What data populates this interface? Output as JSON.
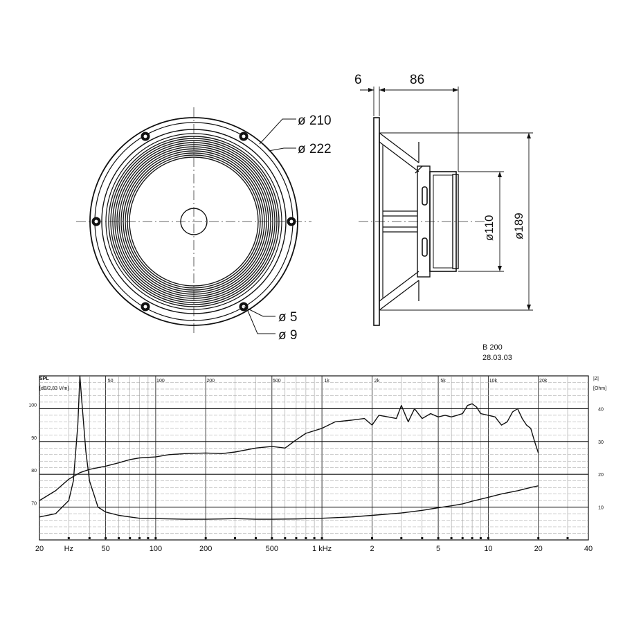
{
  "front_view": {
    "dims": [
      "ø 210",
      "ø 222",
      "ø 5",
      "ø 9"
    ]
  },
  "side_view": {
    "dims": [
      "6",
      "86",
      "ø110",
      "ø189"
    ]
  },
  "model": {
    "name": "B 200",
    "date": "28.03.03"
  },
  "chart_data": {
    "type": "line",
    "x_scale": "log",
    "xlim": [
      20,
      40000
    ],
    "ylim_left": [
      60,
      110
    ],
    "ylim_right": [
      0,
      50
    ],
    "y_left_label": [
      "SPL",
      "[dB/2,83 V/m]"
    ],
    "y_right_label": [
      "|Z|",
      "[Ohm]"
    ],
    "y_left_ticks": [
      70,
      80,
      90,
      100
    ],
    "y_right_ticks": [
      10,
      20,
      30,
      40
    ],
    "x_tick_labels_bottom": [
      "20",
      "Hz",
      "50",
      "100",
      "200",
      "500",
      "1 kHz",
      "2",
      "5",
      "10",
      "20",
      "40"
    ],
    "x_tick_values_bottom": [
      20,
      30,
      50,
      100,
      200,
      500,
      1000,
      2000,
      5000,
      10000,
      20000,
      40000
    ],
    "x_tick_labels_top": [
      "50",
      "100",
      "200",
      "500",
      "1k",
      "2k",
      "5k",
      "10k",
      "20k"
    ],
    "x_tick_values_top": [
      50,
      100,
      200,
      500,
      1000,
      2000,
      5000,
      10000,
      20000
    ],
    "series": [
      {
        "name": "",
        "axis": "left",
        "x": [
          20,
          25,
          30,
          35,
          40,
          50,
          60,
          70,
          80,
          100,
          120,
          150,
          200,
          250,
          300,
          400,
          500,
          600,
          700,
          800,
          1000,
          1200,
          1500,
          1800,
          2000,
          2200,
          2500,
          2800,
          3000,
          3300,
          3600,
          4000,
          4500,
          5000,
          5500,
          6000,
          6500,
          7000,
          7500,
          8000,
          8500,
          9000,
          10000,
          11000,
          12000,
          13000,
          14000,
          15000,
          16000,
          17000,
          18000,
          19000,
          20000
        ],
        "y": [
          72,
          75,
          78.5,
          80.5,
          81.5,
          82.5,
          83.5,
          84.5,
          85,
          85.3,
          86,
          86.3,
          86.5,
          86.3,
          86.8,
          88,
          88.5,
          88,
          90.5,
          92.5,
          94,
          96,
          96.5,
          97,
          95,
          98,
          97.5,
          97,
          101,
          96,
          100,
          97,
          98.5,
          97.5,
          98,
          97.5,
          98,
          98.5,
          101,
          101.5,
          100.5,
          98.5,
          98,
          97.5,
          95,
          96,
          99,
          100,
          97,
          95,
          94,
          90,
          86.5
        ]
      },
      {
        "name": "",
        "axis": "right",
        "x": [
          20,
          25,
          30,
          32,
          34,
          35,
          36,
          38,
          40,
          45,
          50,
          60,
          70,
          80,
          100,
          150,
          200,
          250,
          300,
          400,
          500,
          700,
          1000,
          1500,
          2000,
          3000,
          4000,
          5000,
          6000,
          7000,
          8000,
          10000,
          12000,
          15000,
          18000,
          20000
        ],
        "y": [
          7,
          8,
          12,
          18,
          35,
          50,
          42,
          27,
          18,
          10,
          8.5,
          7.5,
          7,
          6.6,
          6.5,
          6.3,
          6.3,
          6.4,
          6.5,
          6.3,
          6.3,
          6.4,
          6.6,
          7,
          7.5,
          8.2,
          9,
          9.8,
          10.4,
          11,
          11.8,
          13,
          14,
          15,
          16,
          16.5
        ]
      }
    ]
  }
}
